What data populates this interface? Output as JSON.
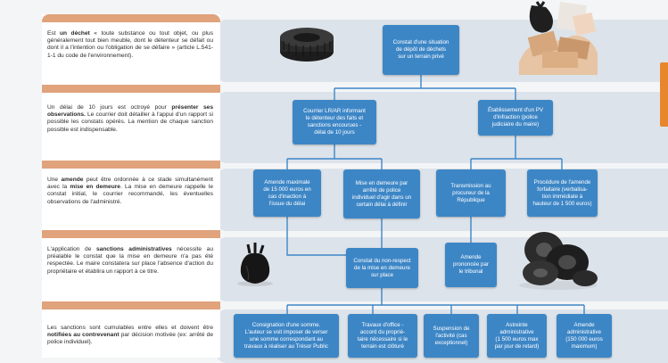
{
  "paragraphs": [
    {
      "parts": [
        {
          "t": "Est ",
          "b": false
        },
        {
          "t": "un déchet",
          "b": true
        },
        {
          "t": " « toute substance ou tout objet, ou plus généralement tout bien meuble, dont le détenteur se défait ou dont il a l'intention ou l'obligation de se défaire » (article L.541-1-1 du code de l'environnement).",
          "b": false
        }
      ]
    },
    {
      "parts": [
        {
          "t": "Un délai de 10 jours est octroyé pour ",
          "b": false
        },
        {
          "t": "présenter ses observations.",
          "b": true
        },
        {
          "t": " Le courrier doit détailler à l'appui d'un rapport si possible les constats opérés. La mention de chaque sanction possible est indispensable.",
          "b": false
        }
      ]
    },
    {
      "parts": [
        {
          "t": "Une ",
          "b": false
        },
        {
          "t": "amende",
          "b": true
        },
        {
          "t": " peut être ordonnée à ce stade simultanément avec la ",
          "b": false
        },
        {
          "t": "mise en demeure",
          "b": true
        },
        {
          "t": ". La mise en demeure rappelle le constat initial, le courrier recommandé, les éventuelles observations de l'administré.",
          "b": false
        }
      ]
    },
    {
      "parts": [
        {
          "t": "L'application de ",
          "b": false
        },
        {
          "t": "sanctions administratives",
          "b": true
        },
        {
          "t": " nécessite au préalable le constat que la mise en demeure n'a pas été respectée. Le maire constatera sur place l'absence d'action du propriétaire et établira un rapport à ce titre.",
          "b": false
        }
      ]
    },
    {
      "parts": [
        {
          "t": "Les sanctions sont cumulables entre elles et doivent être ",
          "b": false
        },
        {
          "t": "notifiées au contrevenant",
          "b": true
        },
        {
          "t": " par décision motivée (ex: arrêté de police individuel).",
          "b": false
        }
      ]
    }
  ],
  "boxes": {
    "constat_initial": "Constat d'une situation\nde dépôt de déchets\nsur un terrain privé",
    "courrier": "Courrier LR/AR informant\nle détenteur des faits et\nsanctions encourues -\ndélai de 10 jours",
    "pv": "Établissement d'un PV\nd'infraction (police\njudiciaire du maire)",
    "amende_max": "Amende maximale\nde 15 000 euros en\ncas d'inaction à\nl'issue du délai",
    "mise_en_demeure": "Mise en demeure par\narrêté de police\nindividuel d'agir dans un\ncertain délai à définir",
    "transmission": "Transmission au\nprocureur de la\nRépublique",
    "amende_forfaitaire": "Procédure de l'amende\nforfaitaire (verbalisa-\ntion immédiate à\nhauteur de 1 500 euros)",
    "constat_non_respect": "Constat du non-respect\nde la mise en demeure\nsur place",
    "amende_tribunal": "Amende\nprononcée par\nle tribunal",
    "consignation": "Consignation d'une somme.\nL'auteur se voit imposer de verser\nune somme correspondant au\ntravaux à réaliser au Trésor Public",
    "travaux": "Travaux d'office -\naccord du proprié-\ntaire nécessaire si le\nterrain est clôturé",
    "suspension": "Suspension de\nl'activité (cas\nexceptionnel)",
    "astreinte": "Astreinte\nadministrative\n(1 500 euros max\npar jour de retard)",
    "amende_admin": "Amende\nadministrative\n(150 000 euros\nmaximum)"
  },
  "colors": {
    "box": "#3d86c6",
    "tab": "#e0a37c",
    "band": "#dde3ea",
    "accent": "#e8862e"
  },
  "icons": [
    "tire-icon",
    "garbage-pile-icon",
    "garbage-bag-icon",
    "tire-pile-icon"
  ]
}
